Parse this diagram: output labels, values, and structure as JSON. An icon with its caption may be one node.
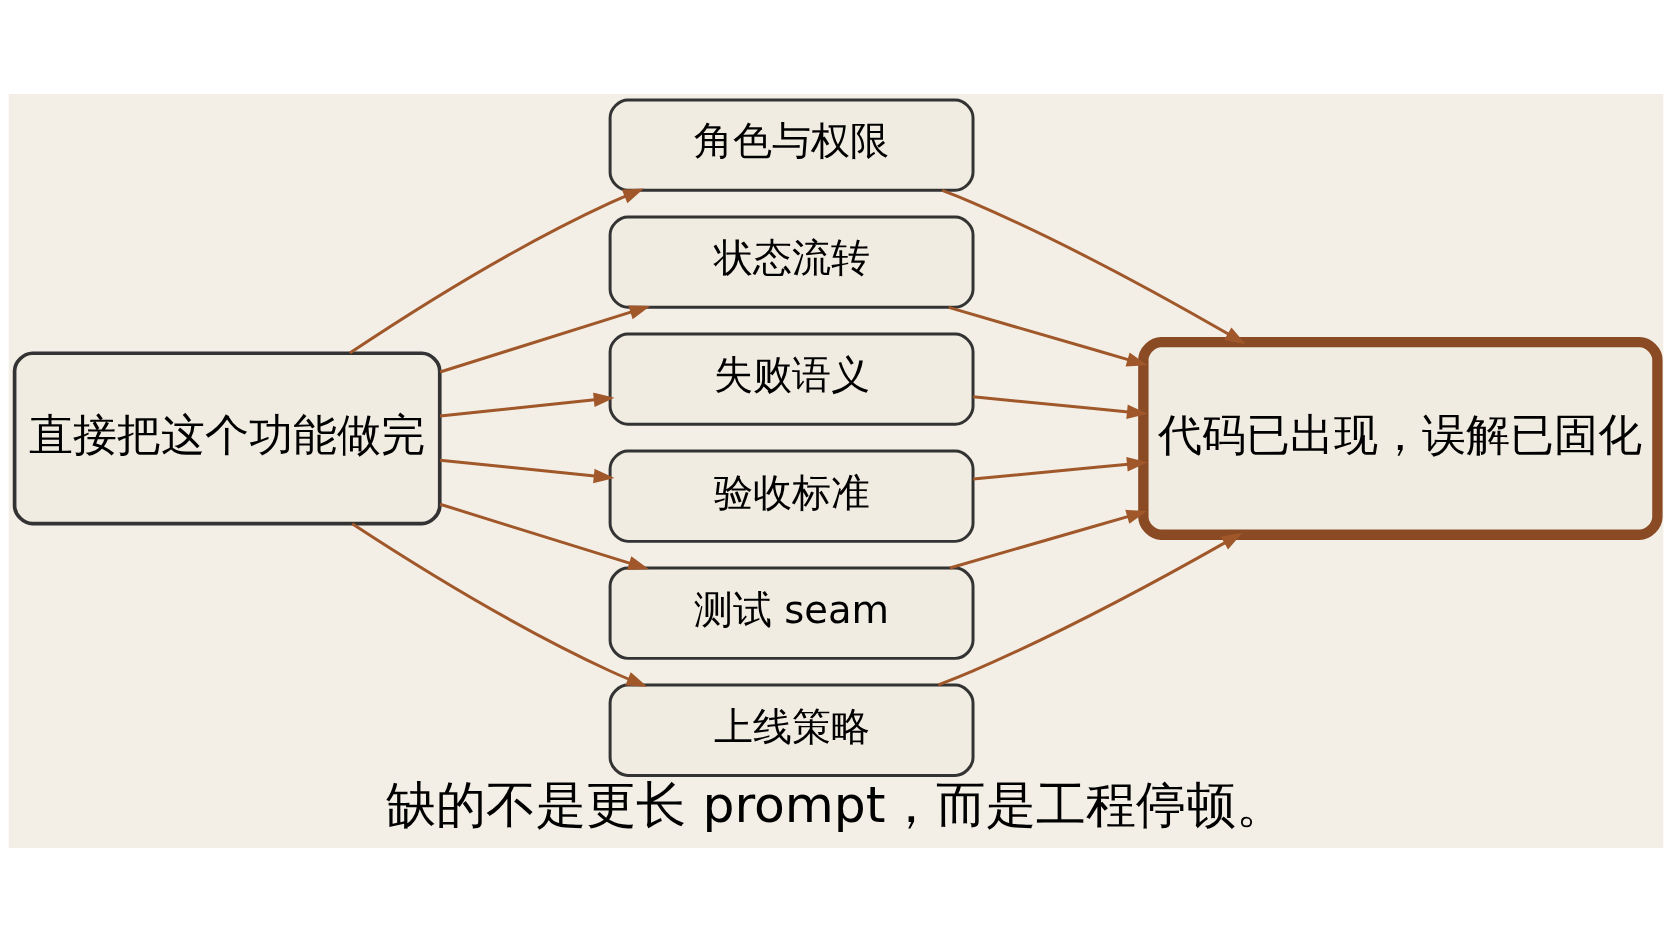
{
  "diagram": {
    "caption": "缺的不是更长 prompt，而是工程停顿。",
    "nodes": [
      {
        "text": [
          "直接把这个功能做完"
        ]
      },
      {
        "text": [
          "角色与权限"
        ]
      },
      {
        "text": [
          "状态流转"
        ]
      },
      {
        "text": [
          "失败语义"
        ]
      },
      {
        "text": [
          "验收标准"
        ]
      },
      {
        "text": [
          "测试 seam"
        ]
      },
      {
        "text": [
          "上线策略"
        ]
      },
      {
        "text": [
          "代码已出现，误解已固化"
        ]
      }
    ],
    "edges": [
      {
        "from": 0,
        "to": 1,
        "arrow": "to"
      },
      {
        "from": 0,
        "to": 2,
        "arrow": "to"
      },
      {
        "from": 0,
        "to": 3,
        "arrow": "to"
      },
      {
        "from": 0,
        "to": 4,
        "arrow": "to"
      },
      {
        "from": 0,
        "to": 5,
        "arrow": "to"
      },
      {
        "from": 0,
        "to": 6,
        "arrow": "to"
      },
      {
        "from": 1,
        "to": 7,
        "arrow": "to"
      },
      {
        "from": 2,
        "to": 7,
        "arrow": "to"
      },
      {
        "from": 3,
        "to": 7,
        "arrow": "to"
      },
      {
        "from": 4,
        "to": 7,
        "arrow": "to"
      },
      {
        "from": 5,
        "to": 7,
        "arrow": "to"
      },
      {
        "from": 6,
        "to": 7,
        "arrow": "to"
      }
    ]
  }
}
